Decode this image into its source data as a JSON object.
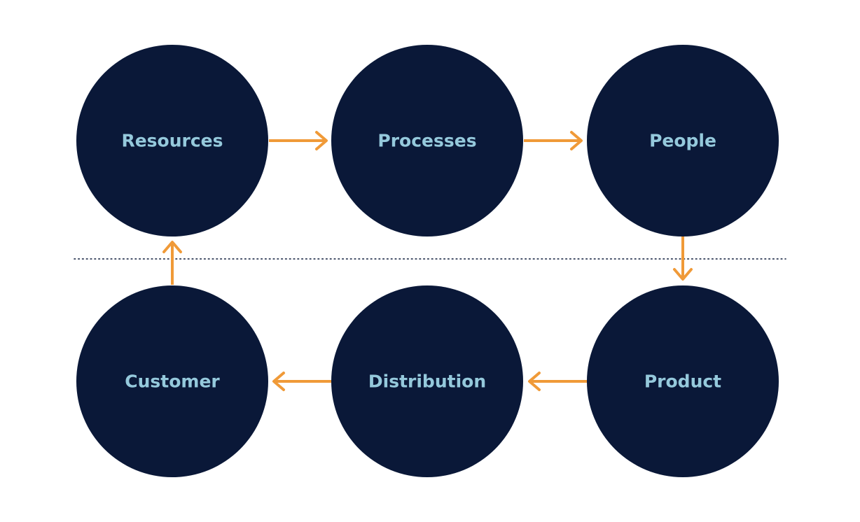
{
  "colors": {
    "node_fill": "#0a1838",
    "label_text": "#95c9dc",
    "arrow": "#f09a38",
    "divider": "#0a1838"
  },
  "nodes": [
    {
      "id": "resources",
      "label": "Resources"
    },
    {
      "id": "processes",
      "label": "Processes"
    },
    {
      "id": "people",
      "label": "People"
    },
    {
      "id": "product",
      "label": "Product"
    },
    {
      "id": "distribution",
      "label": "Distribution"
    },
    {
      "id": "customer",
      "label": "Customer"
    }
  ],
  "edges": [
    {
      "from": "resources",
      "to": "processes"
    },
    {
      "from": "processes",
      "to": "people"
    },
    {
      "from": "people",
      "to": "product"
    },
    {
      "from": "product",
      "to": "distribution"
    },
    {
      "from": "distribution",
      "to": "customer"
    },
    {
      "from": "customer",
      "to": "resources"
    }
  ]
}
